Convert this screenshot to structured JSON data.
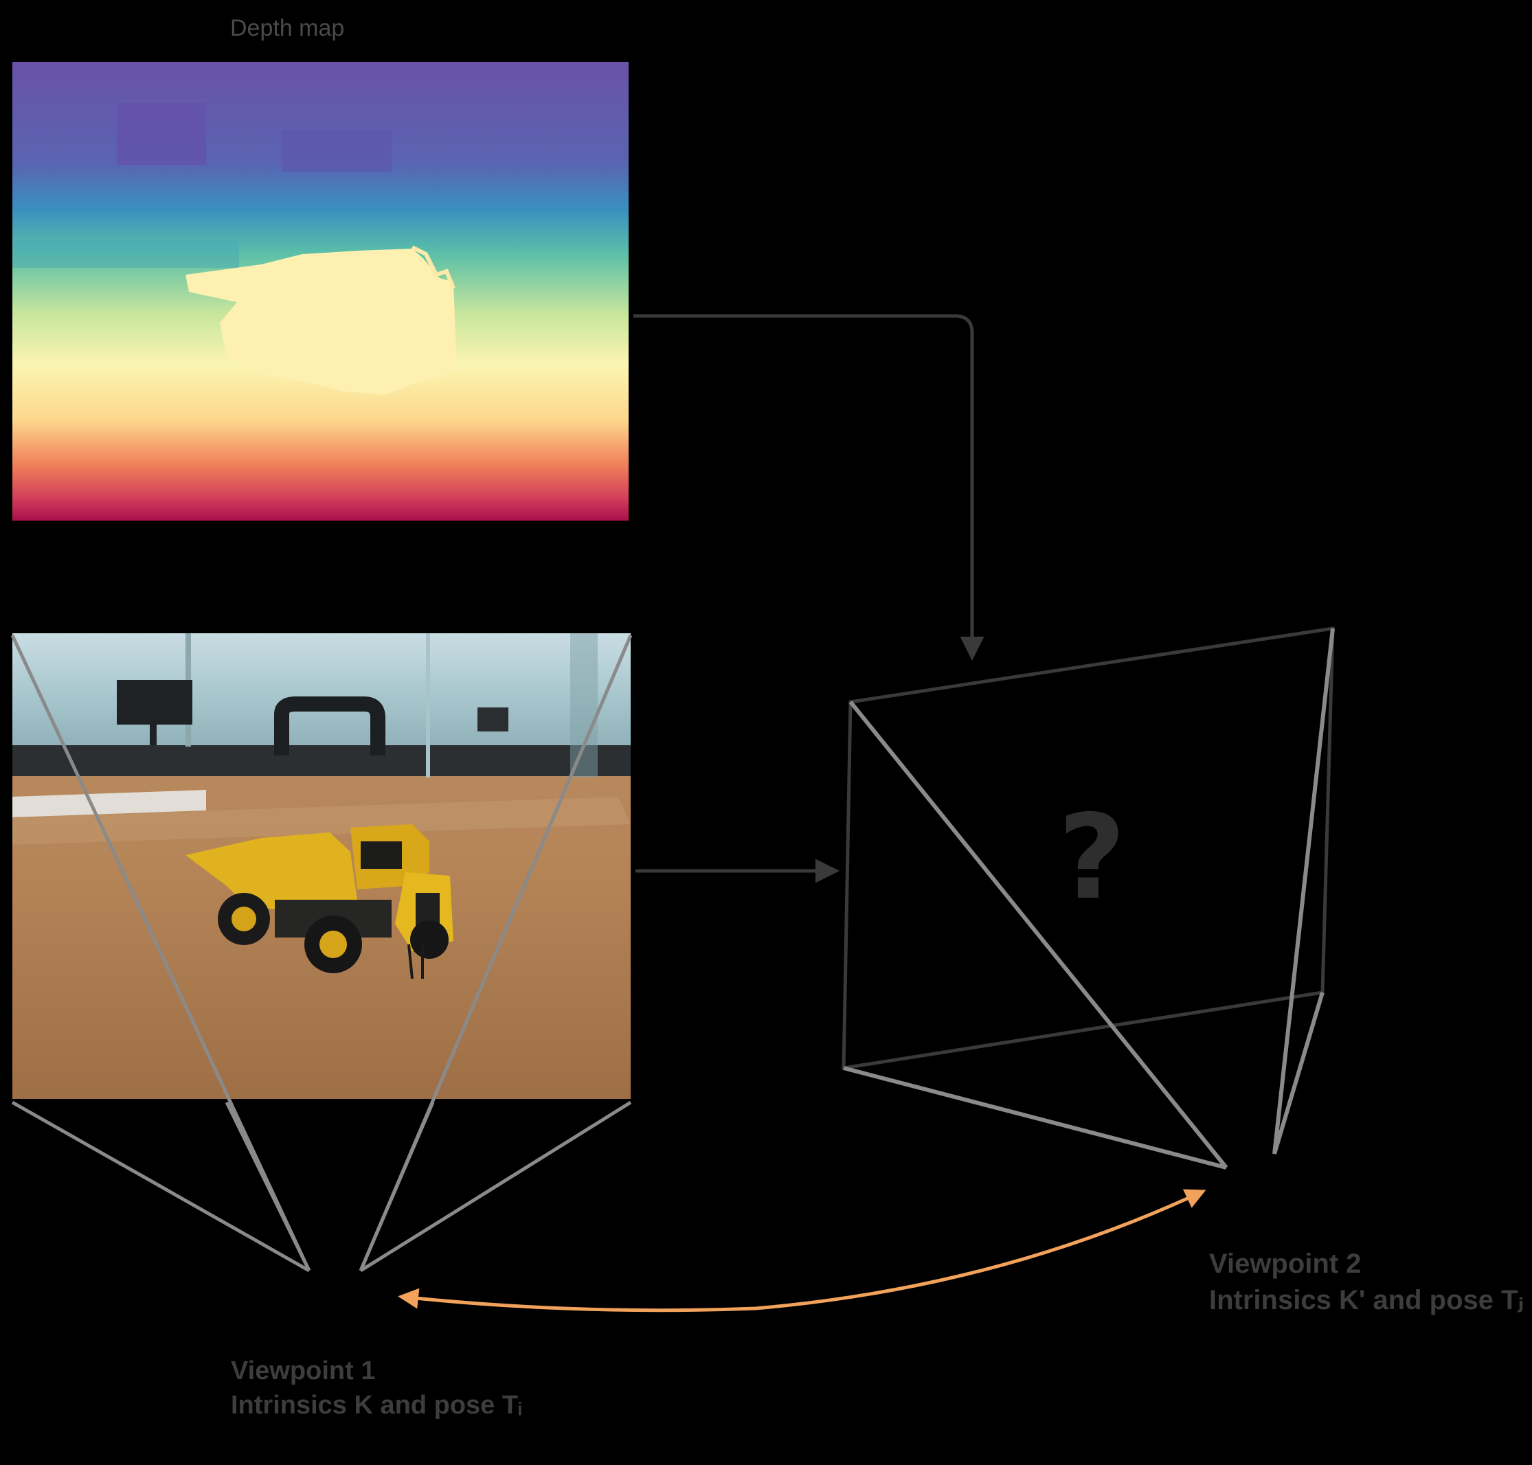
{
  "depth_map": {
    "title": "Depth map"
  },
  "unknown_view": {
    "symbol": "?"
  },
  "viewpoint_1": {
    "name": "Viewpoint 1",
    "params": "Intrinsics K and pose Tᵢ"
  },
  "viewpoint_2": {
    "name": "Viewpoint 2",
    "params": "Intrinsics K' and pose Tⱼ"
  },
  "colors": {
    "background": "#000000",
    "frustum_lines": "#8a8a8a",
    "flow_arrows": "#3a3a3a",
    "pose_arrow": "#f2a25a",
    "label_text": "#3d3d3d",
    "depth_colormap": [
      "#5e4fa2",
      "#3288bd",
      "#66c2a5",
      "#abdda4",
      "#e6f598",
      "#fee08b",
      "#fdae61",
      "#f46d43",
      "#d53e4f",
      "#9e0142"
    ]
  },
  "icons": {
    "scene_image": "toy-dump-truck-photo",
    "camera_2": "camera-frustum-icon"
  }
}
